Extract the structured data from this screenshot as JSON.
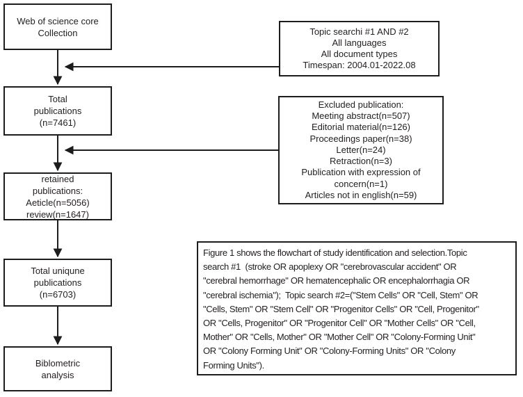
{
  "figure": {
    "left_boxes": [
      {
        "id": "source",
        "label": "Web of science core\nCollection"
      },
      {
        "id": "total",
        "label": "Total\npublications\n(n=7461)"
      },
      {
        "id": "retained",
        "label": "retained\npublications:\nAeticle(n=5056)\nreview(n=1647)"
      },
      {
        "id": "unique",
        "label": "Total uniqune\npublications\n(n=6703)"
      },
      {
        "id": "analysis",
        "label": "Biblometric\nanalysis"
      }
    ],
    "side_boxes": [
      {
        "id": "criteria",
        "label": "Topic searchi #1 AND #2\nAll languages\nAll document types\nTimespan: 2004.01-2022.08"
      },
      {
        "id": "excluded",
        "label": "Excluded publication:\nMeeting abstract(n=507)\nEditorial material(n=126)\nProceedings paper(n=38)\nLetter(n=24)\nRetraction(n=3)\nPublication with expression of\nconcern(n=1)\nArticles not in english(n=59)"
      }
    ],
    "caption": "Figure 1 shows the flowchart of study identification and selection.Topic\nsearch #1  (stroke OR apoplexy OR \"cerebrovascular accident\" OR\n\"cerebral hemorrhage\" OR hematencephalic OR encephalorrhagia OR\n\"cerebral ischemia\");  Topic search #2=(\"Stem Cells\" OR \"Cell, Stem\" OR\n\"Cells, Stem\" OR \"Stem Cell\" OR \"Progenitor Cells\" OR \"Cell, Progenitor\"\nOR \"Cells, Progenitor\" OR \"Progenitor Cell\" OR \"Mother Cells\" OR \"Cell,\nMother\" OR \"Cells, Mother\" OR \"Mother Cell\" OR \"Colony-Forming Unit\"\nOR \"Colony Forming Unit\" OR \"Colony-Forming Units\" OR \"Colony\nForming Units\")."
  },
  "colors": {
    "line": "#1c1c1c",
    "text": "#242021",
    "background": "#ffffff"
  }
}
